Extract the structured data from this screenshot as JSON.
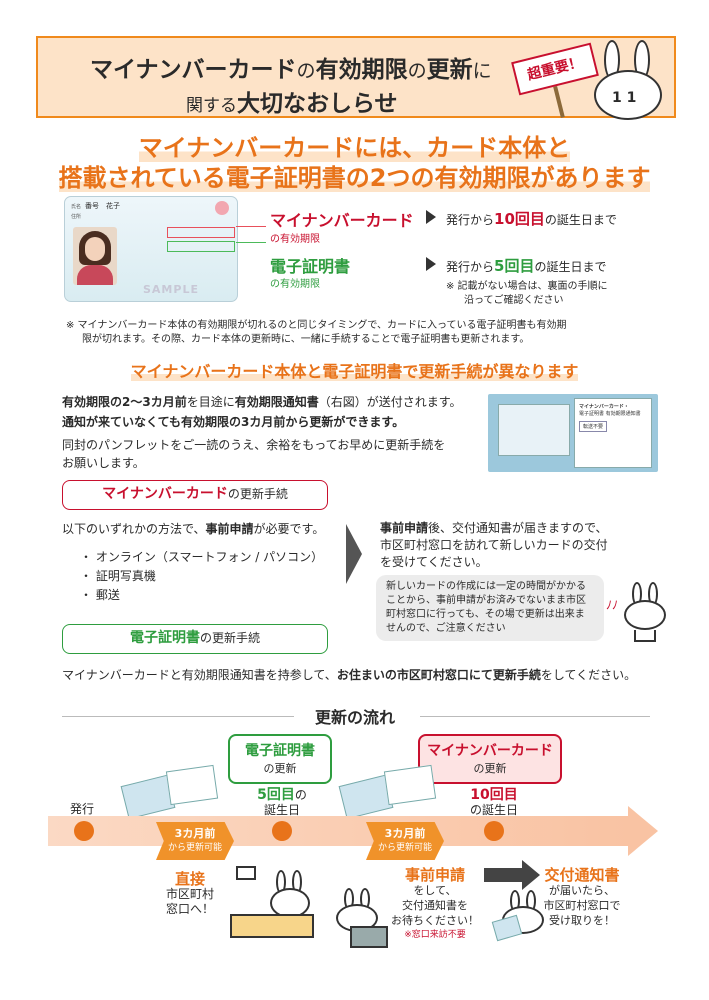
{
  "header": {
    "line1_a": "マイナンバーカード",
    "line1_b": "の",
    "line1_c": "有効期限",
    "line1_d": "の",
    "line1_e": "更新",
    "line1_f": "に",
    "line2_a": "関する",
    "line2_b": "大切なおしらせ",
    "sign": "超重要！"
  },
  "headline": {
    "line1": "マイナンバーカードには、カード本体と",
    "line2": "搭載されている電子証明書の2つの有効期限があります"
  },
  "card": {
    "name_label": "氏名",
    "name": "番号　花子",
    "addr_label": "住所",
    "sample": "SAMPLE"
  },
  "expiry": {
    "card_title": "マイナンバーカード",
    "card_sub": "の有効期限",
    "card_desc_a": "発行から",
    "card_desc_b": "10回目",
    "card_desc_c": "の誕生日まで",
    "cert_title": "電子証明書",
    "cert_sub": "の有効期限",
    "cert_desc_a": "発行から",
    "cert_desc_b": "5回目",
    "cert_desc_c": "の誕生日まで",
    "cert_note_1": "※ 記載がない場合は、裏面の手順に",
    "cert_note_2": "沿ってご確認ください"
  },
  "note": {
    "line1": "※ マイナンバーカード本体の有効期限が切れるのと同じタイミングで、カードに入っている電子証明書も有効期",
    "line2": "限が切れます。その際、カード本体の更新時に、一緒に手続することで電子証明書も更新されます。"
  },
  "subheadline": "マイナンバーカード本体と電子証明書で更新手続が異なります",
  "notice": {
    "l1_a": "有効期限の",
    "l1_b": "2～3カ月前",
    "l1_c": "を目途に",
    "l1_d": "有効期限通知書",
    "l1_e": "（右図）が送付されます。",
    "l2_a": "通知が来ていなくても",
    "l2_b": "有効期限の3カ月前",
    "l2_c": "から更新ができます。",
    "l3": "同封のパンフレットをご一読のうえ、余裕をもってお早めに更新手続を",
    "l4": "お願いします。",
    "env_title": "マイナンバーカード・",
    "env_sub": "電子証明書 有効期限通知書",
    "env_btn": "転送不要"
  },
  "card_proc": {
    "title_a": "マイナンバーカード",
    "title_b": "の更新手続",
    "need_a": "以下のいずれかの方法で、",
    "need_b": "事前申請",
    "need_c": "が必要です。",
    "methods": [
      "オンライン（スマートフォン / パソコン）",
      "証明写真機",
      "郵送"
    ],
    "after_1a": "事前申請",
    "after_1b": "後、交付通知書が届きますので、",
    "after_2": "市区町村窓口を訪れて新しいカードの交付",
    "after_3": "を受けてください。",
    "bubble_1": "新しいカードの作成には一定の時間がかかる",
    "bubble_2": "ことから、事前申請がお済みでないまま市区",
    "bubble_3": "町村窓口に行っても、その場で更新は出来ま",
    "bubble_4": "せんので、ご注意ください"
  },
  "cert_proc": {
    "title_a": "電子証明書",
    "title_b": "の更新手続",
    "desc_a": "マイナンバーカードと有効期限通知書を持参して、",
    "desc_b": "お住まいの市区町村窓口にて更新手続",
    "desc_c": "をしてください。"
  },
  "flow": {
    "title": "更新の流れ",
    "start": "発行",
    "cert_box_a": "電子証明書",
    "cert_box_b": "の更新",
    "card_box_a": "マイナンバーカード",
    "card_box_b": "の更新",
    "cert_bday_a": "5回目",
    "cert_bday_b": "の",
    "cert_bday_c": "誕生日",
    "card_bday_a": "10回目",
    "card_bday_b": "の誕生日",
    "pill_a": "3カ月前",
    "pill_b": "から更新可能",
    "direct_title": "直接",
    "direct_1": "市区町村",
    "direct_2": "窓口へ！",
    "pre_title": "事前申請",
    "pre_1": "をして、",
    "pre_2": "交付通知書を",
    "pre_3": "お待ちください！",
    "pre_note": "※窓口来訪不要",
    "notify_title": "交付通知書",
    "notify_1": "が届いたら、",
    "notify_2": "市区町村窓口で",
    "notify_3": "受け取りを！"
  }
}
